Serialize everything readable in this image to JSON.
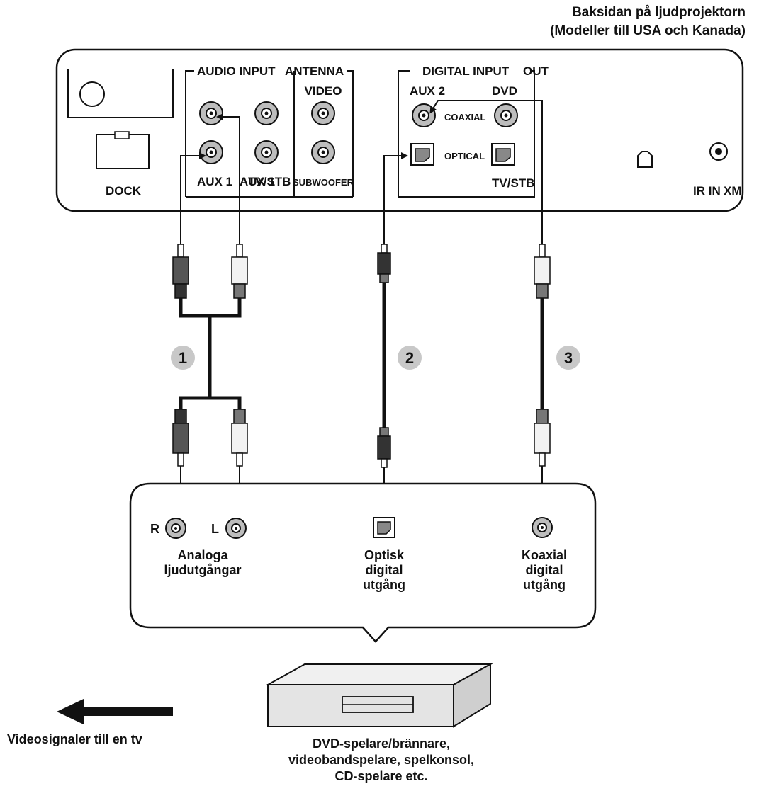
{
  "title": {
    "line1": "Baksidan på ljudprojektorn",
    "line2": "(Modeller till USA och Kanada)"
  },
  "panel": {
    "groups": {
      "audio_input": "AUDIO INPUT",
      "antenna": "ANTENNA",
      "video": "VIDEO",
      "digital_input": "DIGITAL INPUT",
      "out": "OUT"
    },
    "labels": {
      "dock": "DOCK",
      "aux1": "AUX 1",
      "aux1_overlap": "AUX 1",
      "tv_stb_analog": "TV/STB",
      "subwoofer": "SUBWOOFER",
      "aux2": "AUX 2",
      "dvd": "DVD",
      "coaxial": "COAXIAL",
      "optical": "OPTICAL",
      "tv_stb_digital": "TV/STB",
      "ir_in": "IR IN",
      "xm": "XM"
    }
  },
  "cables": {
    "numbers": [
      "1",
      "2",
      "3"
    ]
  },
  "source_panel": {
    "r": "R",
    "l": "L",
    "analog": [
      "Analoga",
      "ljudutgångar"
    ],
    "optical": [
      "Optisk",
      "digital",
      "utgång"
    ],
    "coaxial": [
      "Koaxial",
      "digital",
      "utgång"
    ]
  },
  "device": {
    "caption": [
      "DVD-spelare/brännare,",
      "videobandspelare, spelkonsol,",
      "CD-spelare etc."
    ]
  },
  "video_arrow_label": "Videosignaler till en tv",
  "colors": {
    "outline": "#111111",
    "dark_plug": "#555555",
    "light_plug": "#f2f2f2",
    "badge": "#c8c8c8",
    "device_fill": "#e4e4e4"
  }
}
